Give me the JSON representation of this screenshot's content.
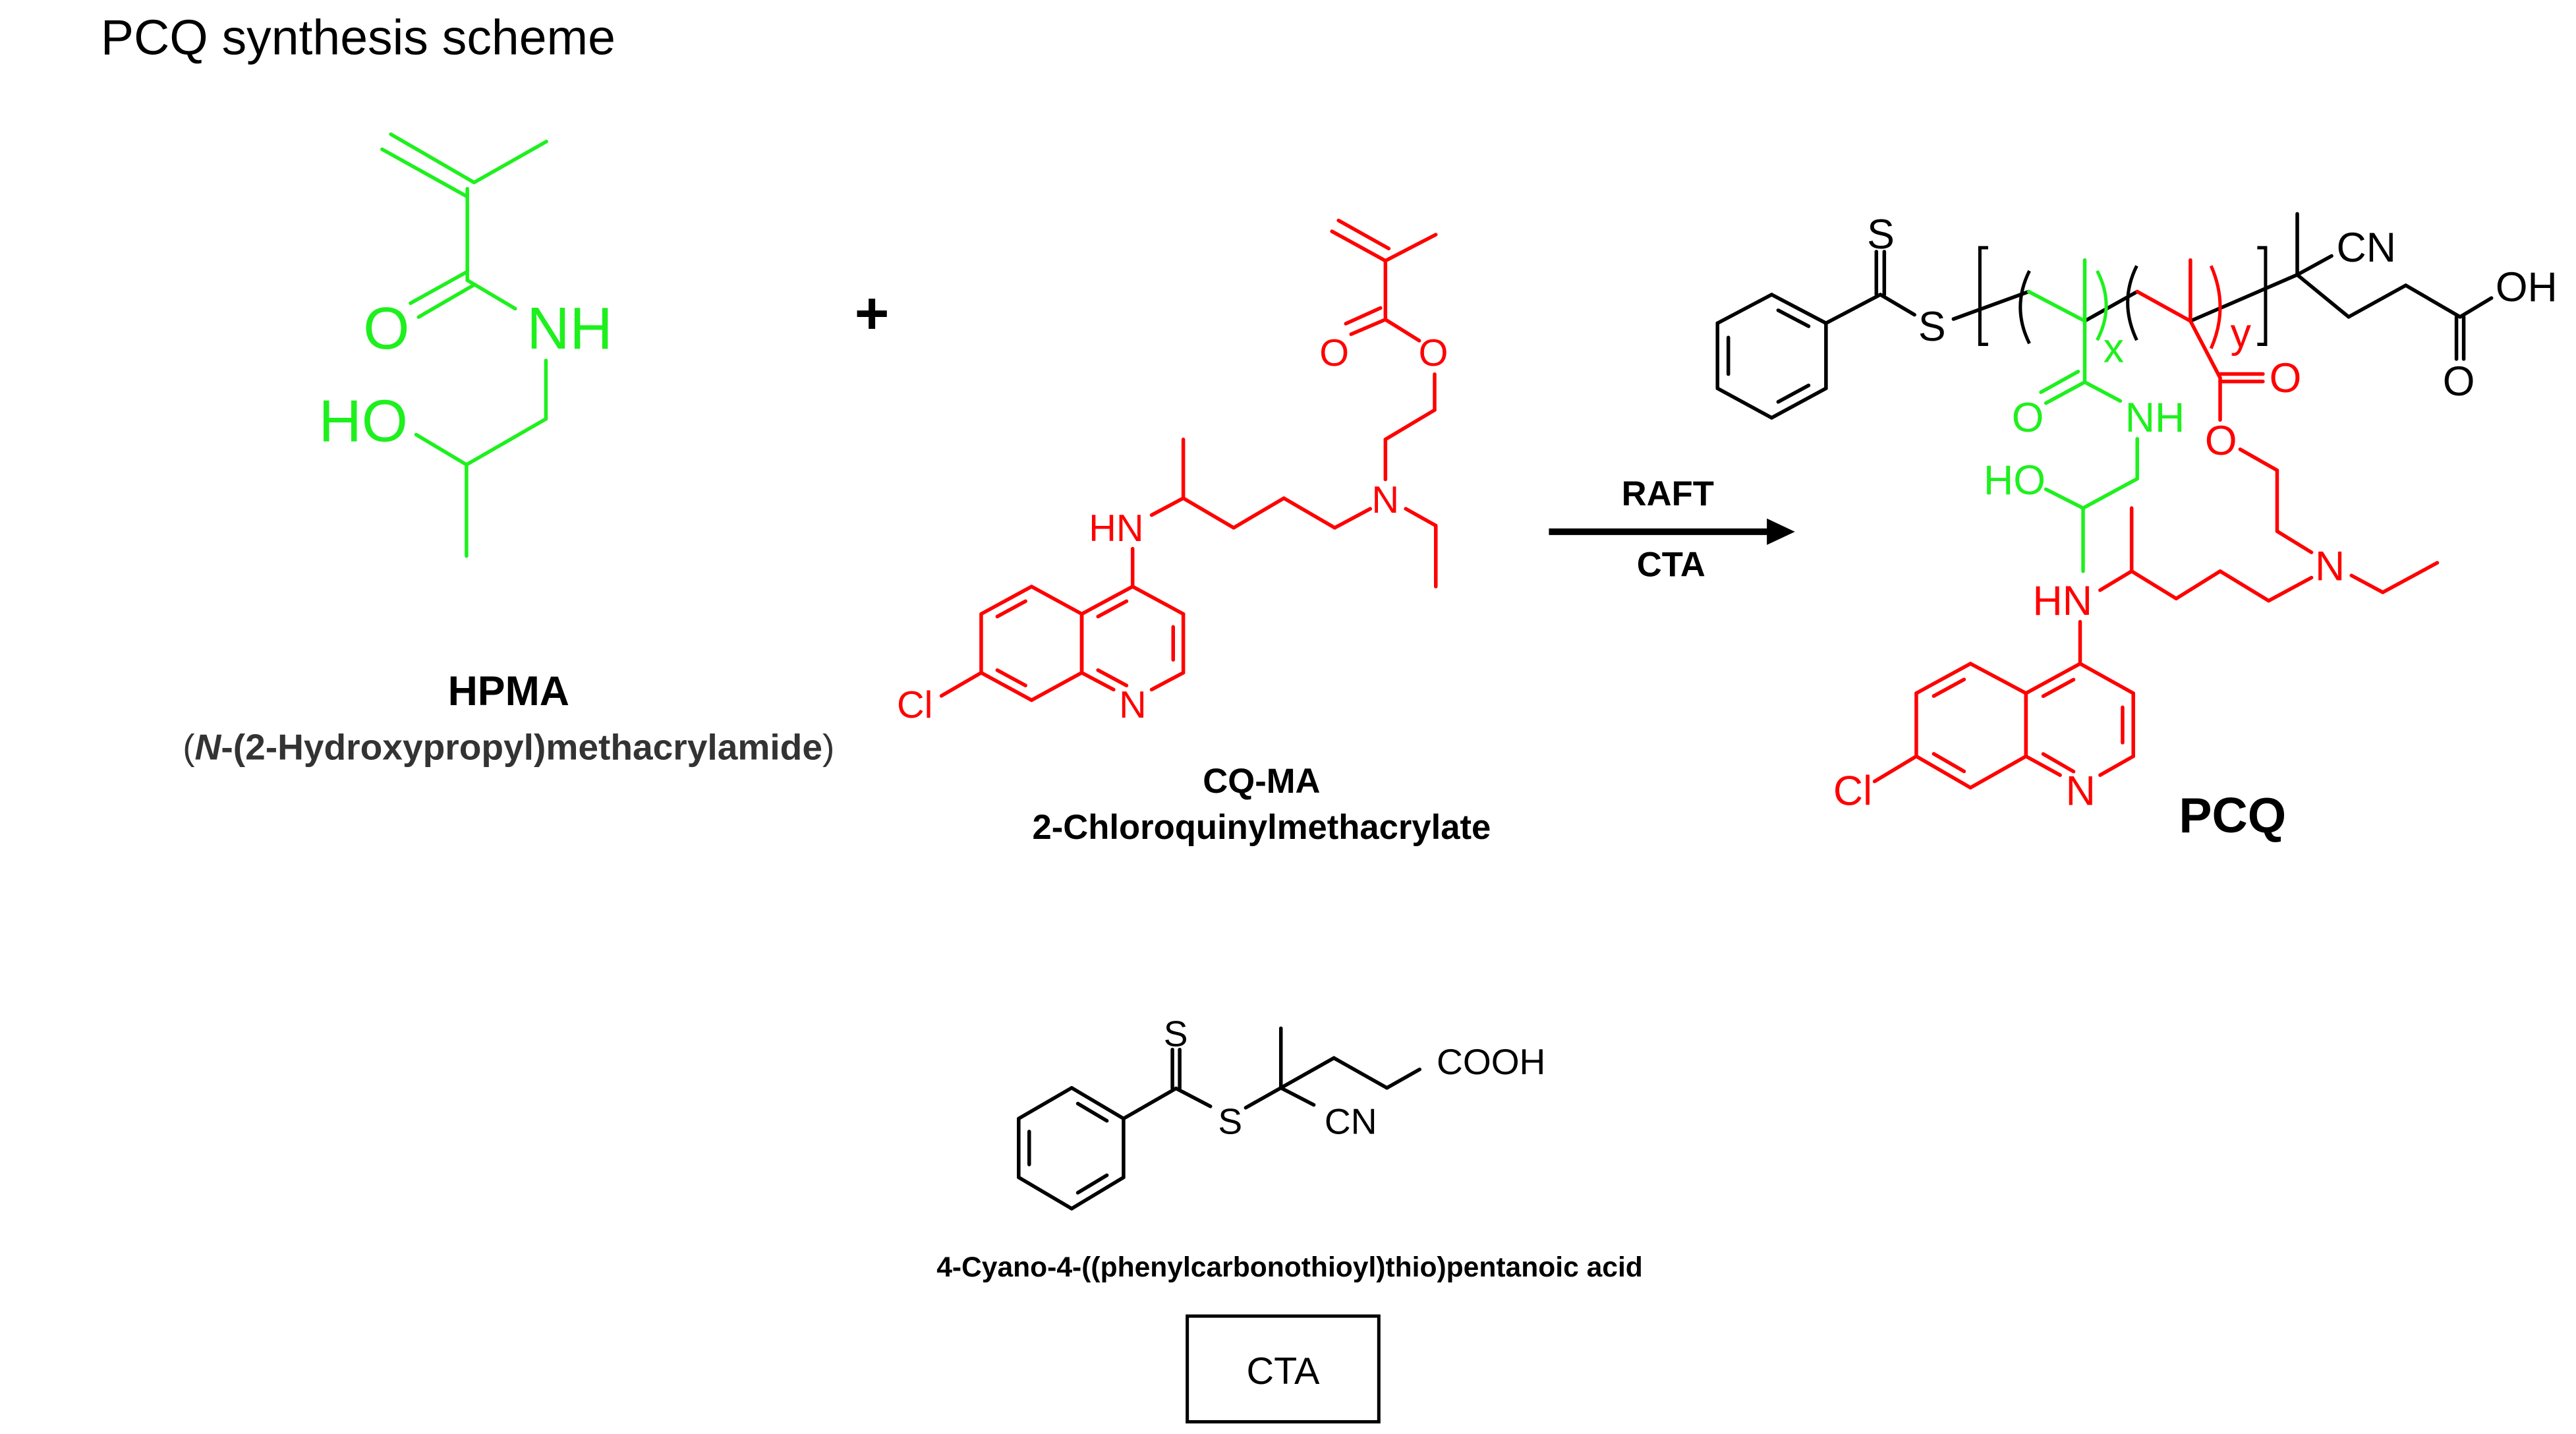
{
  "title": "PCQ synthesis scheme",
  "colors": {
    "hpma": "#1ef01e",
    "cqma": "#ff0000",
    "black": "#000000",
    "label_gray": "#333333"
  },
  "plus": "+",
  "hpma": {
    "atoms": [
      "O",
      "NH",
      "HO"
    ],
    "name": "HPMA",
    "fullname_open": "(",
    "fullname_italic": "N",
    "fullname_rest": "-(2-Hydroxypropyl)methacrylamide",
    "fullname_close": ")"
  },
  "cqma": {
    "atoms": [
      "O",
      "O",
      "N",
      "HN",
      "N",
      "Cl"
    ],
    "name": "CQ-MA",
    "fullname": "2-Chloroquinylmethacrylate"
  },
  "arrow": {
    "above": "RAFT",
    "below": "CTA"
  },
  "pcq": {
    "atoms_black": [
      "S",
      "S",
      "CN",
      "OH",
      "O"
    ],
    "atoms_green": [
      "O",
      "NH",
      "HO"
    ],
    "atoms_red": [
      "O",
      "O",
      "N",
      "HN",
      "N",
      "Cl"
    ],
    "subscript_x": "x",
    "subscript_y": "y",
    "name": "PCQ"
  },
  "cta": {
    "atoms": [
      "S",
      "S",
      "CN",
      "COOH"
    ],
    "fullname": "4-Cyano-4-((phenylcarbonothioyl)thio)pentanoic  acid",
    "box_label": "CTA"
  }
}
